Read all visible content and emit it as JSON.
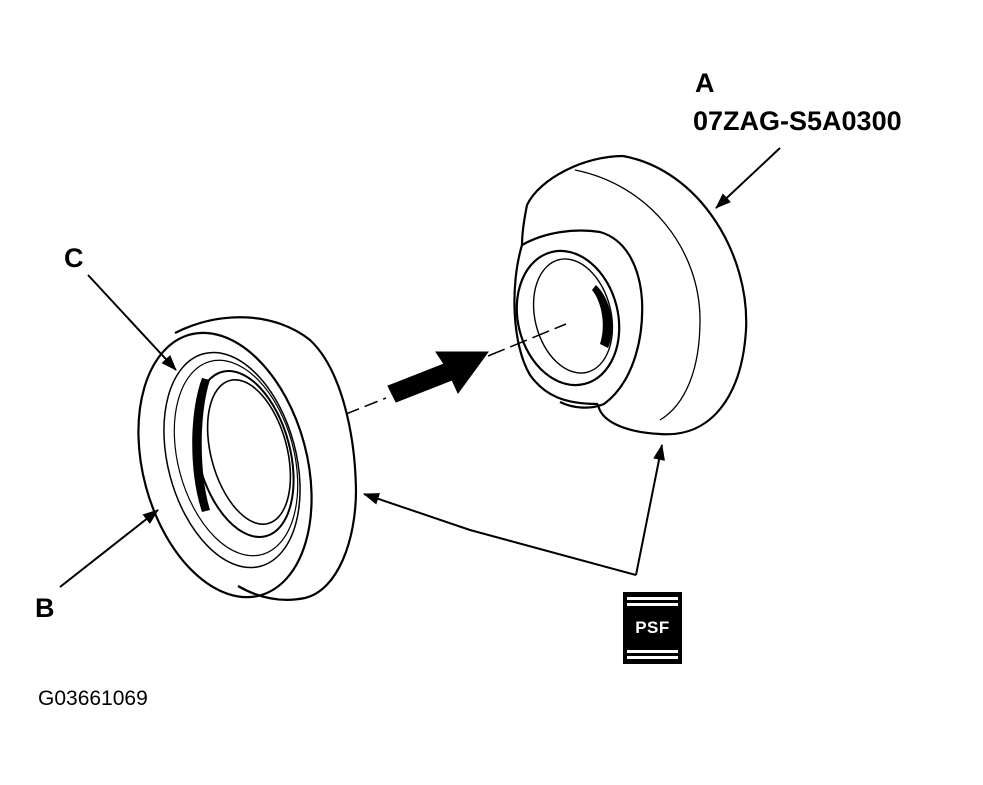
{
  "labels": {
    "a_letter": "A",
    "a_part_number": "07ZAG-S5A0300",
    "b_letter": "B",
    "c_letter": "C",
    "figure_id": "G03661069"
  },
  "badge": {
    "text": "PSF",
    "fg_color": "#ffffff",
    "bg_color": "#000000"
  },
  "colors": {
    "line": "#000000",
    "background": "#ffffff"
  }
}
